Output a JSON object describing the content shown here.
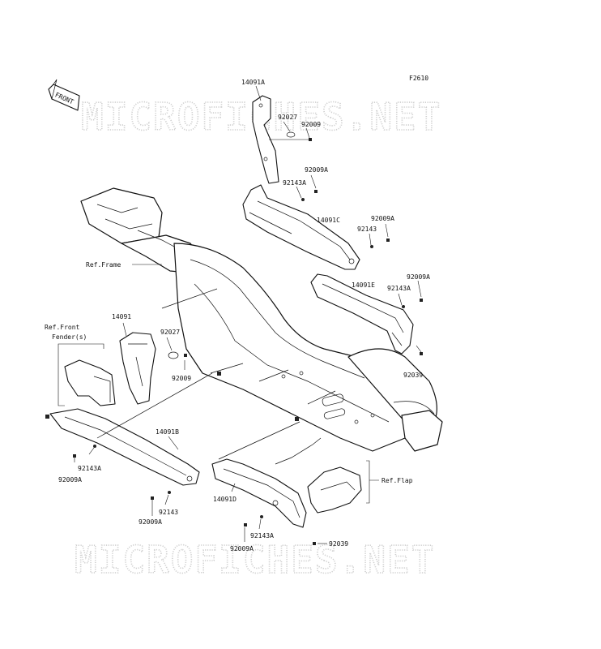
{
  "figure_code": "F2610",
  "direction_label": "FRONT",
  "watermark": "MICROFICHES.NET",
  "colors": {
    "line": "#111111",
    "watermark": "#cfcfcf"
  },
  "callouts": {
    "p14091A": "14091A",
    "p92027_top": "92027",
    "p92009_top": "92009",
    "p92009A_1": "92009A",
    "p92143A_1": "92143A",
    "p14091C": "14091C",
    "p92009A_2": "92009A",
    "p92143_1": "92143",
    "ref_frame": "Ref.Frame",
    "p92009A_3": "92009A",
    "p14091E": "14091E",
    "p92143A_2": "92143A",
    "p14091": "14091",
    "p92027_mid": "92027",
    "ref_front_fender_1": "Ref.Front",
    "ref_front_fender_2": "Fender(s)",
    "p92009_mid": "92009",
    "p92039_1": "92039",
    "p14091B": "14091B",
    "p92143A_3": "92143A",
    "p92009A_4": "92009A",
    "p92143_2": "92143",
    "p92009A_5": "92009A",
    "ref_flap": "Ref.Flap",
    "p14091D": "14091D",
    "p92143A_4": "92143A",
    "p92009A_6": "92009A",
    "p92039_2": "92039"
  }
}
